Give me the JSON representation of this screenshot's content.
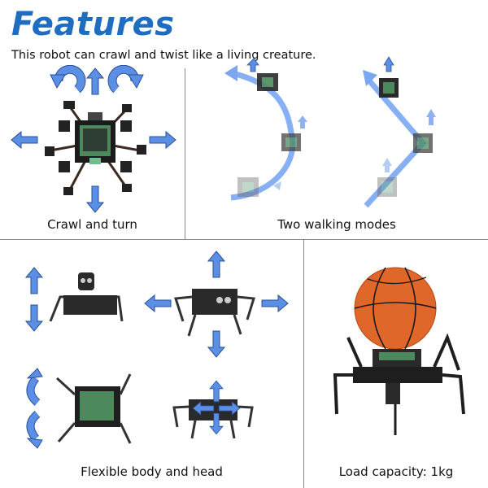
{
  "header": {
    "title": "Features",
    "subtitle": "This robot can crawl and twist like a living creature."
  },
  "panels": [
    {
      "id": "crawl",
      "caption": "Crawl and turn",
      "arrows": [
        "rotate-left",
        "up",
        "rotate-right",
        "left",
        "right",
        "down"
      ]
    },
    {
      "id": "walking",
      "caption": "Two walking modes",
      "modes": [
        "curved-path",
        "straight-path"
      ]
    },
    {
      "id": "flexible",
      "caption": "Flexible body and head",
      "arrows": [
        "up",
        "down",
        "left",
        "right",
        "curve-up",
        "curve-down"
      ]
    },
    {
      "id": "load",
      "caption": "Load capacity: 1kg",
      "object": "basketball"
    }
  ],
  "colors": {
    "title": "#1f6dc0",
    "arrow_fill": "#5b8fe6",
    "arrow_stroke": "#2a4f95",
    "path": "#7aa6f2",
    "divider": "#8a8a8a",
    "ball": "#e0672a",
    "robot": "#2a2a2a"
  }
}
